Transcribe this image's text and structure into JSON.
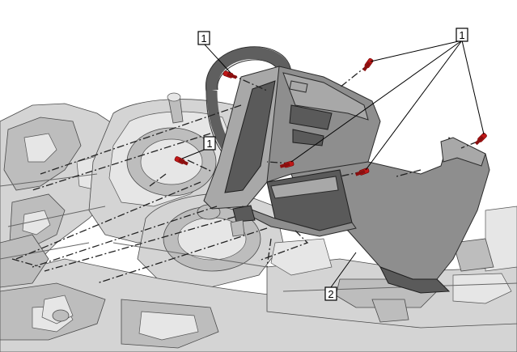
{
  "callouts": [
    {
      "id": "screw",
      "label": "1"
    },
    {
      "id": "screw-center",
      "label": "1"
    },
    {
      "id": "lower-cover",
      "label": "2"
    }
  ],
  "colors": {
    "screw": "#c01818",
    "cover": "#8e8e8e",
    "background_parts": "#d4d4d4"
  },
  "parts": [
    {
      "name": "screw",
      "callout": "1",
      "count": 6
    },
    {
      "name": "steering-column-lower-cover",
      "callout": "2"
    }
  ]
}
